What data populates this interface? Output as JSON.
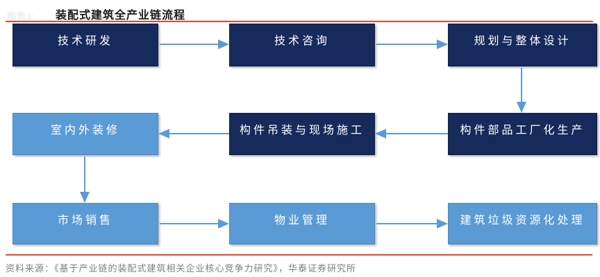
{
  "meta": {
    "faint_label": "图表3:",
    "title": "装配式建筑全产业链流程",
    "source": "资料来源：《基于产业链的装配式建筑相关企业核心竞争力研究》，华泰证券研究所"
  },
  "colors": {
    "navy_box": "#162a5b",
    "light_blue_box": "#5b9bd5",
    "arrow_blue": "#5b9bd5",
    "rule_red": "#e8432d",
    "source_text_gray": "#7f7f7f",
    "title_black": "#1a1a1a"
  },
  "nodes": [
    {
      "label": "技术研发",
      "variant": "navy"
    },
    {
      "label": "技术咨询",
      "variant": "navy"
    },
    {
      "label": "规划与整体设计",
      "variant": "navy"
    },
    {
      "label": "构件部品工厂化生产",
      "variant": "navy"
    },
    {
      "label": "构件吊装与现场施工",
      "variant": "navy"
    },
    {
      "label": "室内外装修",
      "variant": "light"
    },
    {
      "label": "市场销售",
      "variant": "light"
    },
    {
      "label": "物业管理",
      "variant": "light"
    },
    {
      "label": "建筑垃圾资源化处理",
      "variant": "light"
    }
  ],
  "edges": [
    {
      "from": "技术研发",
      "to": "技术咨询",
      "direction": "right"
    },
    {
      "from": "技术咨询",
      "to": "规划与整体设计",
      "direction": "right"
    },
    {
      "from": "规划与整体设计",
      "to": "构件部品工厂化生产",
      "direction": "down"
    },
    {
      "from": "构件部品工厂化生产",
      "to": "构件吊装与现场施工",
      "direction": "left"
    },
    {
      "from": "构件吊装与现场施工",
      "to": "室内外装修",
      "direction": "left"
    },
    {
      "from": "室内外装修",
      "to": "市场销售",
      "direction": "down"
    },
    {
      "from": "市场销售",
      "to": "物业管理",
      "direction": "right"
    },
    {
      "from": "物业管理",
      "to": "建筑垃圾资源化处理",
      "direction": "right"
    }
  ]
}
